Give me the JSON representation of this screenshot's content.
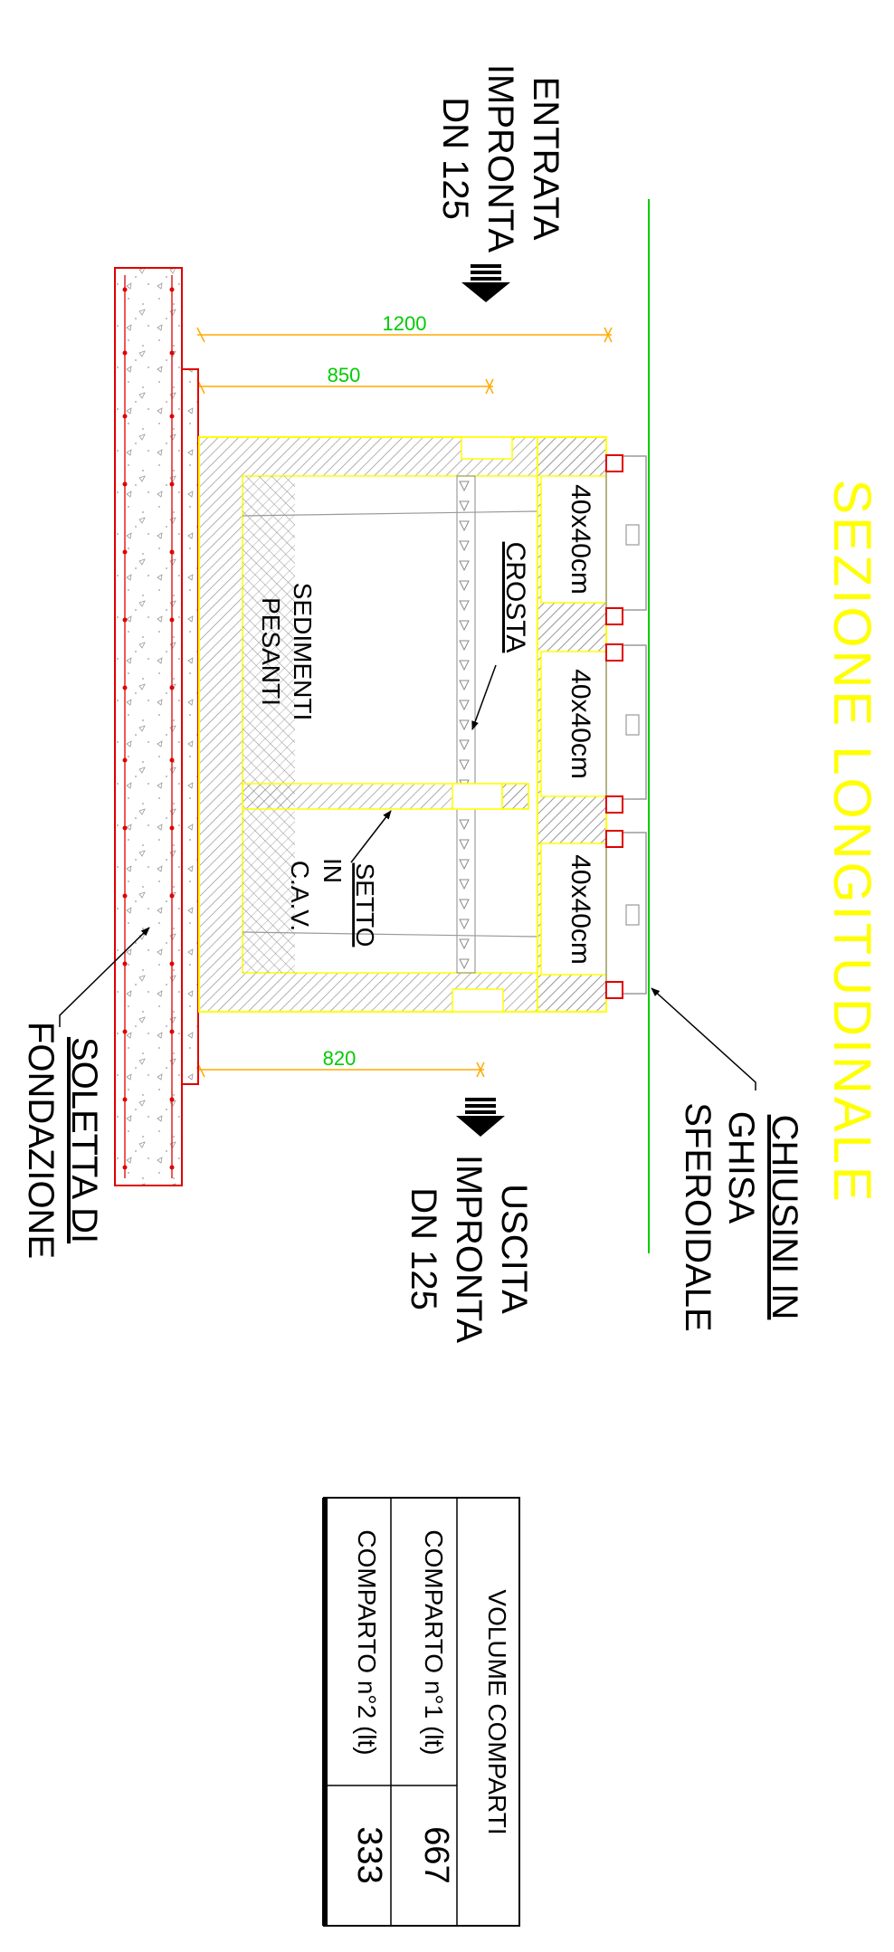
{
  "title": "SEZIONE LONGITUDINALE",
  "inlet": {
    "line1": "ENTRATA",
    "line2": "IMPRONTA",
    "line3": "DN 125"
  },
  "outlet": {
    "line1": "USCITA",
    "line2": "IMPRONTA",
    "line3": "DN 125"
  },
  "dimensions": {
    "d1": "1200",
    "d2": "850",
    "d3": "820"
  },
  "openings": [
    "40x40cm",
    "40x40cm",
    "40x40cm"
  ],
  "labels": {
    "crosta": "CROSTA",
    "sedimenti_1": "SEDIMENTI",
    "sedimenti_2": "PESANTI",
    "setto_1": "SETTO",
    "setto_2": "IN",
    "setto_3": "C.A.V.",
    "soletta_1": "SOLETTA DI",
    "soletta_2": "FONDAZIONE",
    "chiusini_1": "CHIUSINI IN",
    "chiusini_2": "GHISA",
    "chiusini_3": "SFEROIDALE"
  },
  "table": {
    "header": "VOLUME COMPARTI",
    "rows": [
      {
        "label": "COMPARTO n°1 (lt)",
        "value": "667"
      },
      {
        "label": "COMPARTO n°2 (lt)",
        "value": "333"
      }
    ]
  },
  "colors": {
    "outline": "#ffff00",
    "dimension": "#ffaa00",
    "dimension_text": "#00cc00",
    "ground": "#00cc00",
    "foundation": "#e00000",
    "hatch": "#888888"
  }
}
